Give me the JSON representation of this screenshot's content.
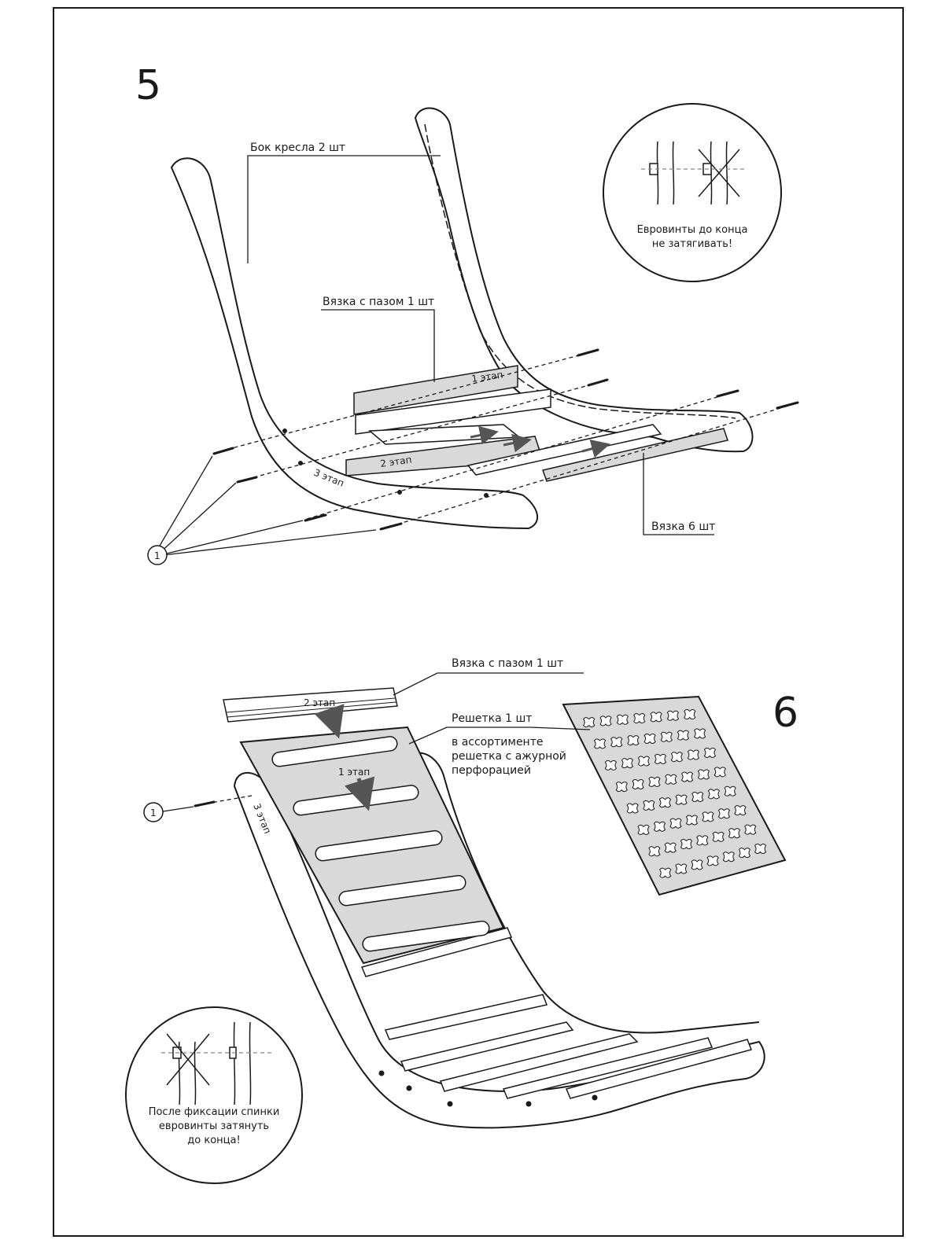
{
  "step5": {
    "number": "5",
    "labels": {
      "side": "Бок кресла 2 шт",
      "grooved_tie": "Вязка с пазом 1 шт",
      "tie": "Вязка 6 шт"
    },
    "stages": {
      "s1": "1 этап",
      "s2": "2 этап",
      "s3": "3 этап"
    },
    "callout": "1",
    "note": {
      "line1": "Евровинты до конца",
      "line2": "не затягивать!"
    }
  },
  "step6": {
    "number": "6",
    "labels": {
      "grooved_tie": "Вязка с пазом 1 шт",
      "grid": "Решетка 1 шт",
      "grid_note_1": "в ассортименте",
      "grid_note_2": "решетка с ажурной",
      "grid_note_3": "перфорацией"
    },
    "stages": {
      "s1": "1 этап",
      "s2": "2 этап",
      "s3": "3 этап"
    },
    "callout": "1",
    "note": {
      "line1": "После фиксации спинки",
      "line2": "евровинты затянуть",
      "line3": "до конца!"
    }
  },
  "colors": {
    "line": "#1a1a1a",
    "panel": "#d9d9d9",
    "arrow": "#555555"
  }
}
